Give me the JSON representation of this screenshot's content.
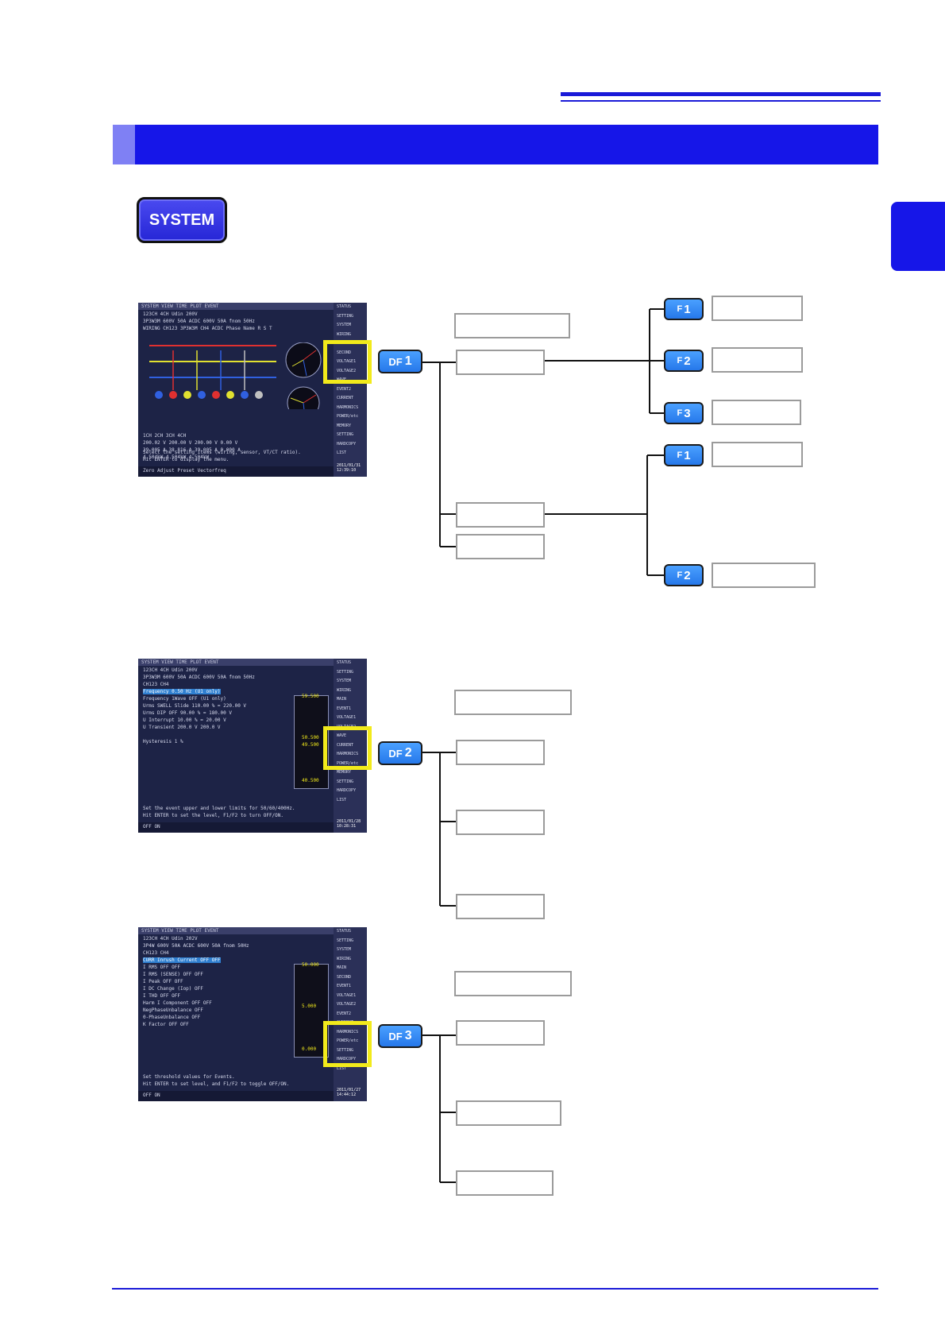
{
  "header": {
    "accent": "#1616e8",
    "section_tab_color": "#7f80f4"
  },
  "system_button": {
    "label": "SYSTEM"
  },
  "screens": [
    {
      "tabs": "SYSTEM  VIEW  TIME PLOT  EVENT",
      "side": [
        "STATUS",
        "SETTING",
        "SYSTEM",
        "WIRING",
        "MAIN",
        "SECOND",
        "VOLTAGE1",
        "VOLTAGE2",
        "WAVE",
        "EVENT2",
        "CURRENT",
        "HARMONICS",
        "POWER/etc",
        "MEMORY",
        "SETTING",
        "HARDCOPY",
        "LIST"
      ],
      "rows": [
        "123CH  4CH   Udin 200V",
        "3P3W3M 600V 50A ACDC 600V 50A  fnom 50Hz",
        "WIRING  CH123 3P3W3M  CH4 ACDC   Phase Name R S T",
        "",
        "",
        "",
        "",
        "",
        "",
        "",
        "",
        "",
        "",
        "",
        "",
        "",
        "",
        "1CH      2CH      3CH      4CH",
        "200.02 V 200.00 V 200.00 V 0.00 V",
        "39.005 A 38.816 A 39.005 A 0.000 A",
        "4.504kW  4.504kW  4.504kW"
      ],
      "note1": "Select the setting items (wiring, sensor, VT/CT ratio).",
      "note2": "Hit ENTER to display the menu.",
      "footer": "        Zero Adjust   Preset     Vectorfreq",
      "date": "2011/01/31 12:39:10"
    },
    {
      "tabs": "SYSTEM  VIEW  TIME PLOT  EVENT",
      "side": [
        "STATUS",
        "SETTING",
        "SYSTEM",
        "WIRING",
        "MAIN",
        "EVENT1",
        "VOLTAGE1",
        "VOLTAGE2",
        "WAVE",
        "CURRENT",
        "HARMONICS",
        "POWER/etc",
        "MEMORY",
        "SETTING",
        "HARDCOPY",
        "LIST"
      ],
      "rows": [
        "123CH  4CH   Udin 200V",
        "3P3W3M 600V 50A ACDC 600V 50A  fnom 50Hz",
        "              CH123        CH4",
        "Frequency         0.50 Hz  (U1 only)",
        "Frequency 1Wave   OFF      (U1 only)",
        "Urms SWELL  Slide 110.00 %  = 220.00 V",
        "Urms DIP      OFF  90.00 %  = 180.00 V",
        "U Interrupt        10.00 %  = 20.00 V",
        "U Transient       200.0 V    200.0 V",
        "",
        "Hysteresis       1 %"
      ],
      "note1": "Set the event upper and lower limits for 50/60/400Hz.",
      "note2": "Hit ENTER to set the level, F1/F2 to turn OFF/ON.",
      "footer": "      OFF        ON",
      "scale": [
        "59.500",
        "50.500",
        "49.500",
        "40.500"
      ],
      "date": "2011/01/28 10:28:31"
    },
    {
      "tabs": "SYSTEM  VIEW  TIME PLOT  EVENT",
      "side": [
        "STATUS",
        "SETTING",
        "SYSTEM",
        "WIRING",
        "MAIN",
        "SECOND",
        "EVENT1",
        "VOLTAGE1",
        "VOLTAGE2",
        "EVENT2",
        "CURRENT",
        "HARMONICS",
        "POWER/etc",
        "SETTING",
        "HARDCOPY",
        "LIST"
      ],
      "rows": [
        "123CH  4CH   Udin 202V",
        "3P4W 600V 50A ACDC 600V 50A  fnom 50Hz",
        "              CH123    CH4",
        "CURR Inrush Current  OFF    OFF",
        "     I RMS           OFF    OFF",
        "     I RMS (SENSE)   OFF    OFF",
        "     I Peak          OFF    OFF",
        "     I DC Change (Iop)      OFF",
        "     I THD           OFF    OFF",
        "     Harm I Component OFF   OFF",
        "     NegPhaseUnbalance OFF",
        "     0-PhaseUnbalance  OFF",
        "     K Factor        OFF    OFF"
      ],
      "note1": "Set threshold values for Events.",
      "note2": "Hit ENTER to set level, and F1/F2 to toggle OFF/ON.",
      "footer": "      OFF        ON",
      "scale": [
        "50.000",
        "5.000",
        "0.000"
      ],
      "date": "2011/01/27 14:44:12"
    }
  ],
  "df_keys": [
    {
      "prefix": "DF",
      "num": "1"
    },
    {
      "prefix": "DF",
      "num": "2"
    },
    {
      "prefix": "DF",
      "num": "3"
    }
  ],
  "f_keys": [
    {
      "prefix": "F",
      "num": "1"
    },
    {
      "prefix": "F",
      "num": "2"
    },
    {
      "prefix": "F",
      "num": "3"
    },
    {
      "prefix": "F",
      "num": "1"
    },
    {
      "prefix": "F",
      "num": "2"
    }
  ],
  "colors": {
    "key_blue": "#2f86f2",
    "highlight": "#f2ea1b",
    "line": "#111111",
    "box_border": "#9b9b9b"
  }
}
